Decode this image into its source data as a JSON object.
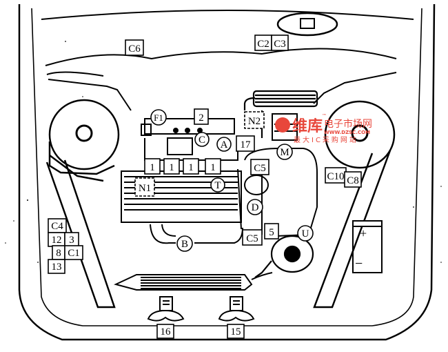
{
  "boxes": {
    "c6": "C6",
    "c2": "C2",
    "c3": "C3",
    "n2": "N2",
    "num2": "2",
    "num17": "17",
    "one_a": "1",
    "one_b": "1",
    "one_c": "1",
    "one_d": "1",
    "c5_top": "C5",
    "c5_bottom": "C5",
    "num5": "5",
    "c10": "C10",
    "c8": "C8",
    "n1": "N1",
    "c4": "C4",
    "num12": "12",
    "num3": "3",
    "num8": "8",
    "c1": "C1",
    "num13": "13",
    "num16": "16",
    "num15": "15"
  },
  "circles": {
    "f1": "F1",
    "c": "C",
    "a": "A",
    "m": "M",
    "t": "T",
    "d": "D",
    "b": "B",
    "u": "U"
  },
  "battery": {
    "plus": "+",
    "minus": "−"
  },
  "watermark": {
    "brand": "维库",
    "site": "电子市场网",
    "url": "WWW.DZSC.COM",
    "slogan": "最大IC采购网站",
    "tm": "™"
  }
}
